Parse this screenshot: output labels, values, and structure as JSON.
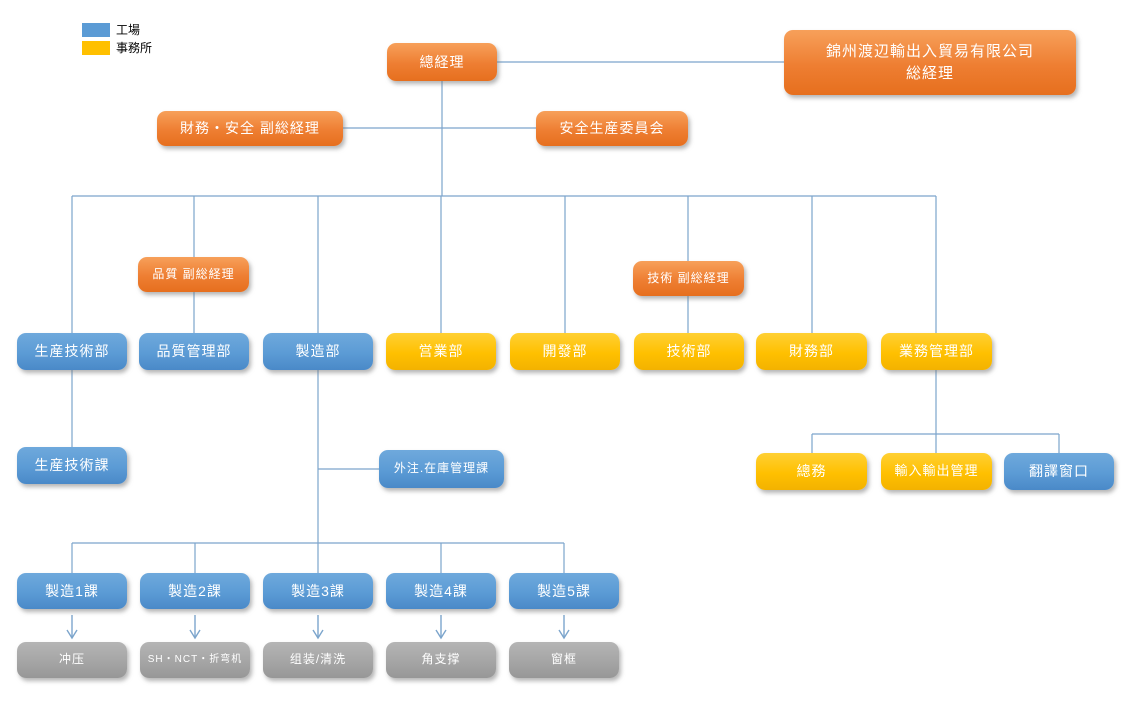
{
  "legend": {
    "items": [
      {
        "label": "工場",
        "color": "#5B9BD5"
      },
      {
        "label": "事務所",
        "color": "#FFC000"
      }
    ]
  },
  "palette": {
    "factory": "#5B9BD5",
    "office": "#FFC000",
    "executive": "#ED7D31",
    "process": "#A5A5A5",
    "connector": "#7CA5CC"
  },
  "nodes": [
    {
      "id": "gm",
      "label": "總経理",
      "kind": "executive"
    },
    {
      "id": "company-gm",
      "label": "錦州渡辺輸出入貿易有限公司",
      "line2": "総経理",
      "kind": "executive"
    },
    {
      "id": "vice-gm-finance",
      "label": "財務・安全 副総経理",
      "kind": "executive"
    },
    {
      "id": "safety-committee",
      "label": "安全生産委員会",
      "kind": "executive"
    },
    {
      "id": "vice-gm-quality",
      "label": "品質 副総経理",
      "kind": "executive"
    },
    {
      "id": "vice-gm-tech",
      "label": "技術 副総経理",
      "kind": "executive"
    },
    {
      "id": "dept-prod-tech",
      "label": "生産技術部",
      "kind": "factory"
    },
    {
      "id": "dept-quality",
      "label": "品質管理部",
      "kind": "factory"
    },
    {
      "id": "dept-mfg",
      "label": "製造部",
      "kind": "factory"
    },
    {
      "id": "dept-sales",
      "label": "営業部",
      "kind": "office"
    },
    {
      "id": "dept-dev",
      "label": "開發部",
      "kind": "office"
    },
    {
      "id": "dept-tech",
      "label": "技術部",
      "kind": "office"
    },
    {
      "id": "dept-finance",
      "label": "財務部",
      "kind": "office"
    },
    {
      "id": "dept-biz-admin",
      "label": "業務管理部",
      "kind": "office"
    },
    {
      "id": "sec-prod-tech",
      "label": "生産技術課",
      "kind": "factory"
    },
    {
      "id": "sec-outsourcing",
      "label": "外注.在庫管理課",
      "kind": "factory"
    },
    {
      "id": "sec-general-affairs",
      "label": "總務",
      "kind": "office"
    },
    {
      "id": "sec-import-export",
      "label": "輸入輸出管理",
      "kind": "office"
    },
    {
      "id": "sec-translation",
      "label": "翻譯窗口",
      "kind": "factory"
    },
    {
      "id": "mfg1",
      "label": "製造1課",
      "kind": "factory"
    },
    {
      "id": "mfg2",
      "label": "製造2課",
      "kind": "factory"
    },
    {
      "id": "mfg3",
      "label": "製造3課",
      "kind": "factory"
    },
    {
      "id": "mfg4",
      "label": "製造4課",
      "kind": "factory"
    },
    {
      "id": "mfg5",
      "label": "製造5課",
      "kind": "factory"
    },
    {
      "id": "proc-stamping",
      "label": "冲压",
      "kind": "process"
    },
    {
      "id": "proc-sh-nct",
      "label": "SH・NCT・折弯机",
      "kind": "process"
    },
    {
      "id": "proc-assembly",
      "label": "组装/清洗",
      "kind": "process"
    },
    {
      "id": "proc-corner",
      "label": "角支撑",
      "kind": "process"
    },
    {
      "id": "proc-frame",
      "label": "窗框",
      "kind": "process"
    }
  ],
  "edges": [
    [
      "gm",
      "company-gm"
    ],
    [
      "gm",
      "vice-gm-finance"
    ],
    [
      "gm",
      "safety-committee"
    ],
    [
      "gm",
      "dept-prod-tech"
    ],
    [
      "gm",
      "vice-gm-quality"
    ],
    [
      "vice-gm-quality",
      "dept-quality"
    ],
    [
      "gm",
      "dept-mfg"
    ],
    [
      "gm",
      "dept-sales"
    ],
    [
      "gm",
      "dept-dev"
    ],
    [
      "gm",
      "vice-gm-tech"
    ],
    [
      "vice-gm-tech",
      "dept-tech"
    ],
    [
      "gm",
      "dept-finance"
    ],
    [
      "gm",
      "dept-biz-admin"
    ],
    [
      "dept-prod-tech",
      "sec-prod-tech"
    ],
    [
      "dept-mfg",
      "sec-outsourcing"
    ],
    [
      "dept-mfg",
      "mfg1"
    ],
    [
      "dept-mfg",
      "mfg2"
    ],
    [
      "dept-mfg",
      "mfg3"
    ],
    [
      "dept-mfg",
      "mfg4"
    ],
    [
      "dept-mfg",
      "mfg5"
    ],
    [
      "dept-biz-admin",
      "sec-general-affairs"
    ],
    [
      "dept-biz-admin",
      "sec-import-export"
    ],
    [
      "dept-biz-admin",
      "sec-translation"
    ],
    [
      "mfg1",
      "proc-stamping"
    ],
    [
      "mfg2",
      "proc-sh-nct"
    ],
    [
      "mfg3",
      "proc-assembly"
    ],
    [
      "mfg4",
      "proc-corner"
    ],
    [
      "mfg5",
      "proc-frame"
    ]
  ]
}
